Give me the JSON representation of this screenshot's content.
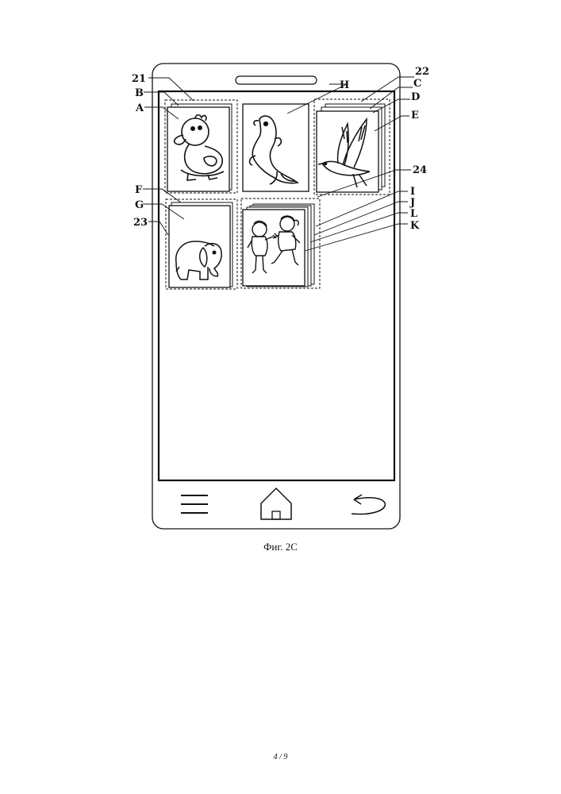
{
  "figure": {
    "caption": "Фиг. 2C",
    "page_number": "4 / 9"
  },
  "labels": {
    "l21": "21",
    "l22": "22",
    "l23": "23",
    "l24": "24",
    "lA": "A",
    "lB": "B",
    "lC": "C",
    "lD": "D",
    "lE": "E",
    "lF": "F",
    "lG": "G",
    "lH": "H",
    "lI": "I",
    "lJ": "J",
    "lK": "K",
    "lL": "L"
  },
  "icons": {
    "menu": "menu-icon",
    "home": "home-icon",
    "back": "back-icon"
  }
}
